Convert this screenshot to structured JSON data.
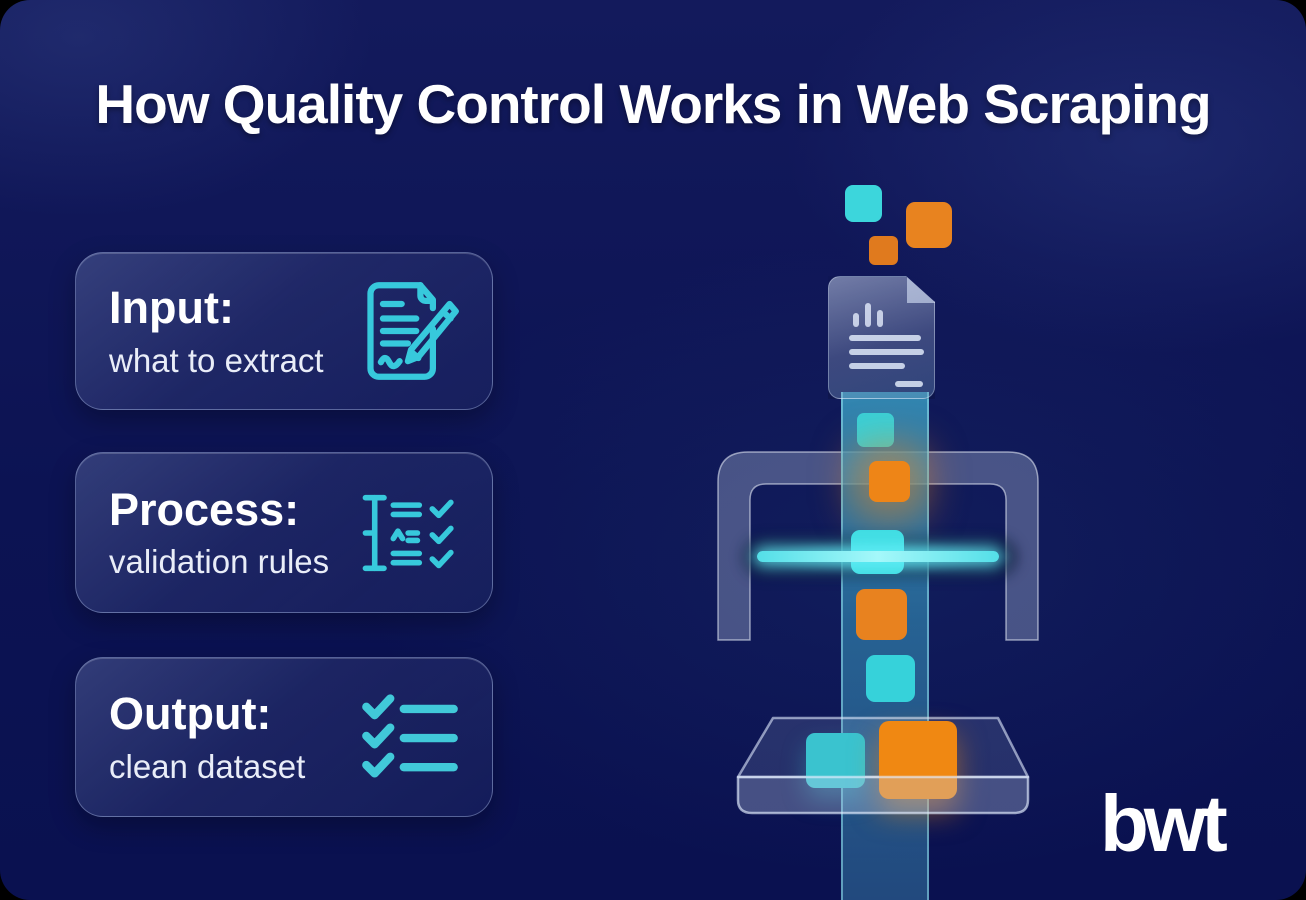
{
  "title": "How Quality Control Works in Web Scraping",
  "cards": [
    {
      "label": "Input:",
      "description": "what to extract",
      "icon": "document-pen-icon"
    },
    {
      "label": "Process:",
      "description": "validation rules",
      "icon": "checklist-rules-icon"
    },
    {
      "label": "Output:",
      "description": "clean dataset",
      "icon": "checklist-done-icon"
    }
  ],
  "logo": "bwt",
  "colors": {
    "background": "#0b1250",
    "card_border": "#aabee6",
    "icon_cyan": "#37c9dc",
    "square_cyan": "#3bd4da",
    "square_orange": "#e8821f",
    "scan_beam": "#7deff3",
    "text": "#ffffff"
  },
  "illustration": {
    "elements": [
      "raw-data-squares",
      "source-document",
      "conveyor-belt",
      "scanner-frame",
      "scan-beam",
      "clean-dataset-tray"
    ]
  }
}
